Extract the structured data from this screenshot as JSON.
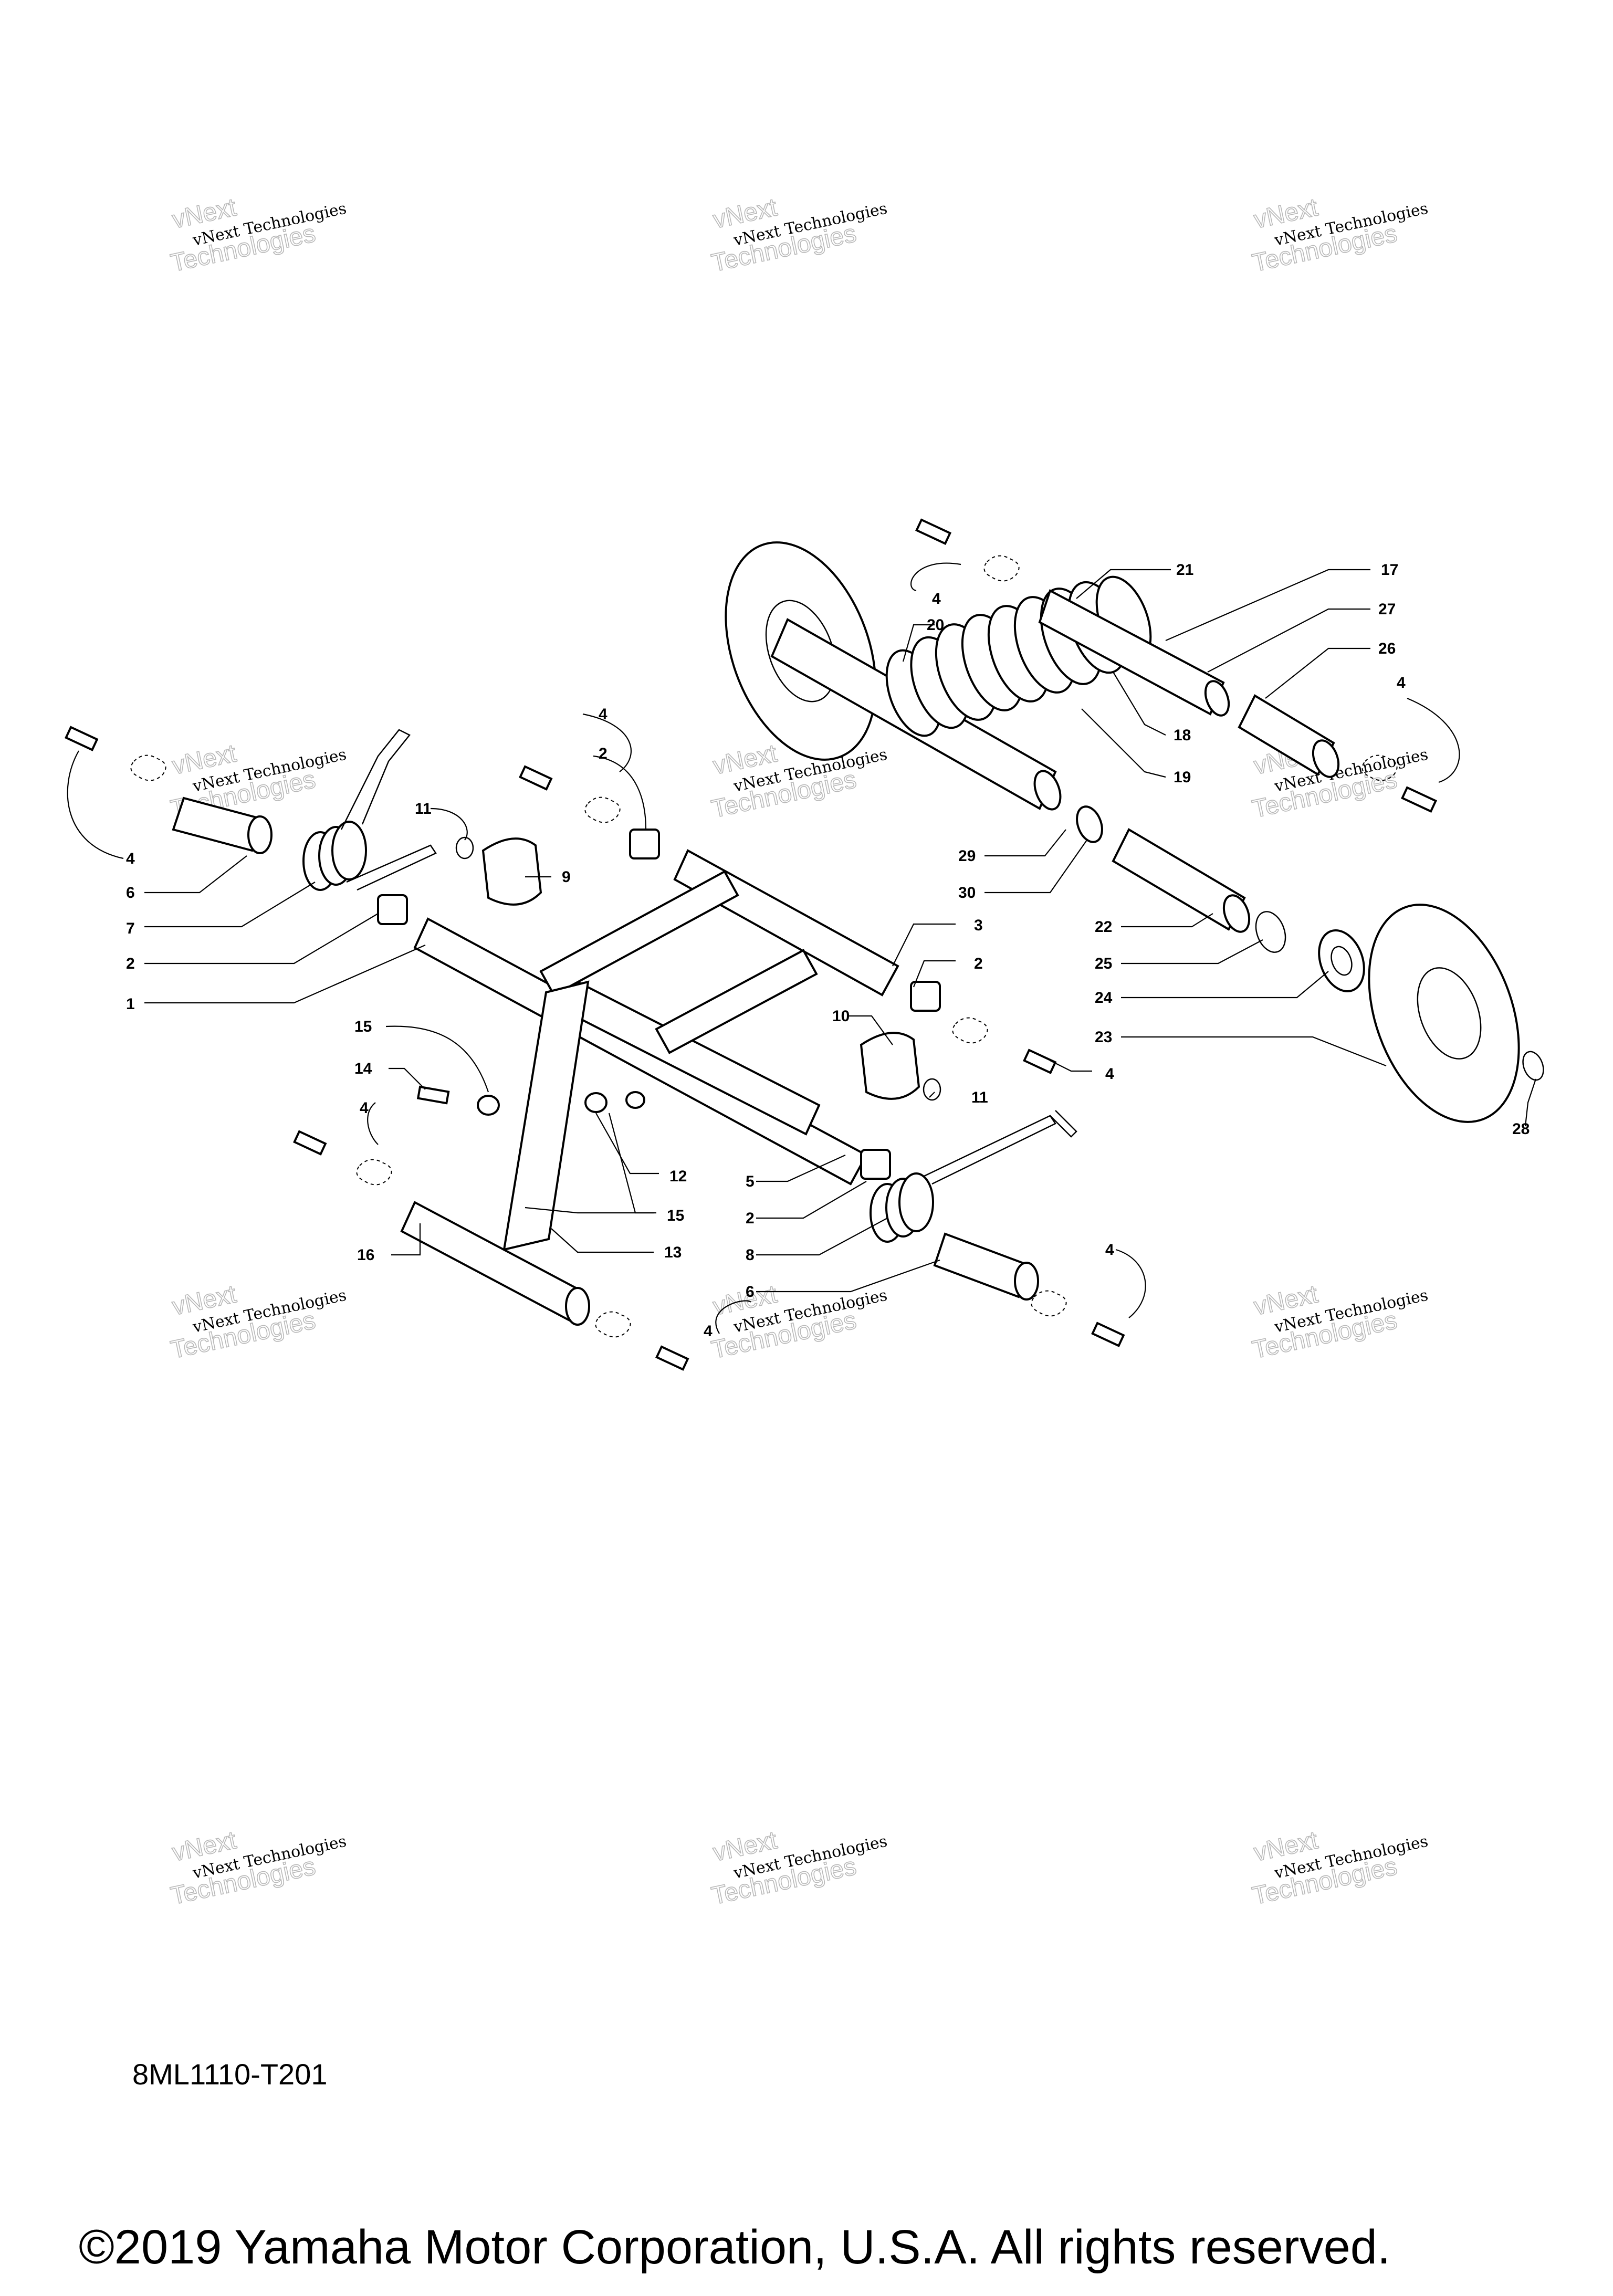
{
  "diagram": {
    "code": "8ML1110-T201",
    "copyright": "©2019 Yamaha Motor Corporation, U.S.A. All rights reserved.",
    "watermark": {
      "line1": "vNext Technologies",
      "line2": "vNext",
      "line3": "Technologies"
    },
    "callouts": {
      "c1": "1",
      "c2a": "2",
      "c2b": "2",
      "c2c": "2",
      "c2d": "2",
      "c3": "3",
      "c4a": "4",
      "c4b": "4",
      "c4c": "4",
      "c4d": "4",
      "c4e": "4",
      "c4f": "4",
      "c4g": "4",
      "c4h": "4",
      "c5": "5",
      "c6a": "6",
      "c6b": "6",
      "c7": "7",
      "c8": "8",
      "c9": "9",
      "c10": "10",
      "c11a": "11",
      "c11b": "11",
      "c12": "12",
      "c13": "13",
      "c14": "14",
      "c15a": "15",
      "c15b": "15",
      "c16": "16",
      "c17": "17",
      "c18": "18",
      "c19": "19",
      "c20": "20",
      "c21": "21",
      "c22": "22",
      "c23": "23",
      "c24": "24",
      "c25": "25",
      "c26": "26",
      "c27": "27",
      "c28": "28",
      "c29": "29",
      "c30": "30"
    }
  }
}
